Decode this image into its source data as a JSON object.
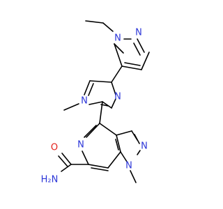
{
  "molecule": {
    "atoms": {
      "n_pz_top_1": "N",
      "n_pz_top_2": "N",
      "n_im_methyl": "N",
      "n_im_imine": "N",
      "n_pyridine": "N",
      "n_pz_bottom_1": "N",
      "n_pz_bottom_2": "N",
      "o_carbonyl": "O",
      "n_amide": "H₂N"
    }
  },
  "colors": {
    "nitrogen": "#2b35d8",
    "oxygen": "#e3201b",
    "bond": "#000000"
  }
}
